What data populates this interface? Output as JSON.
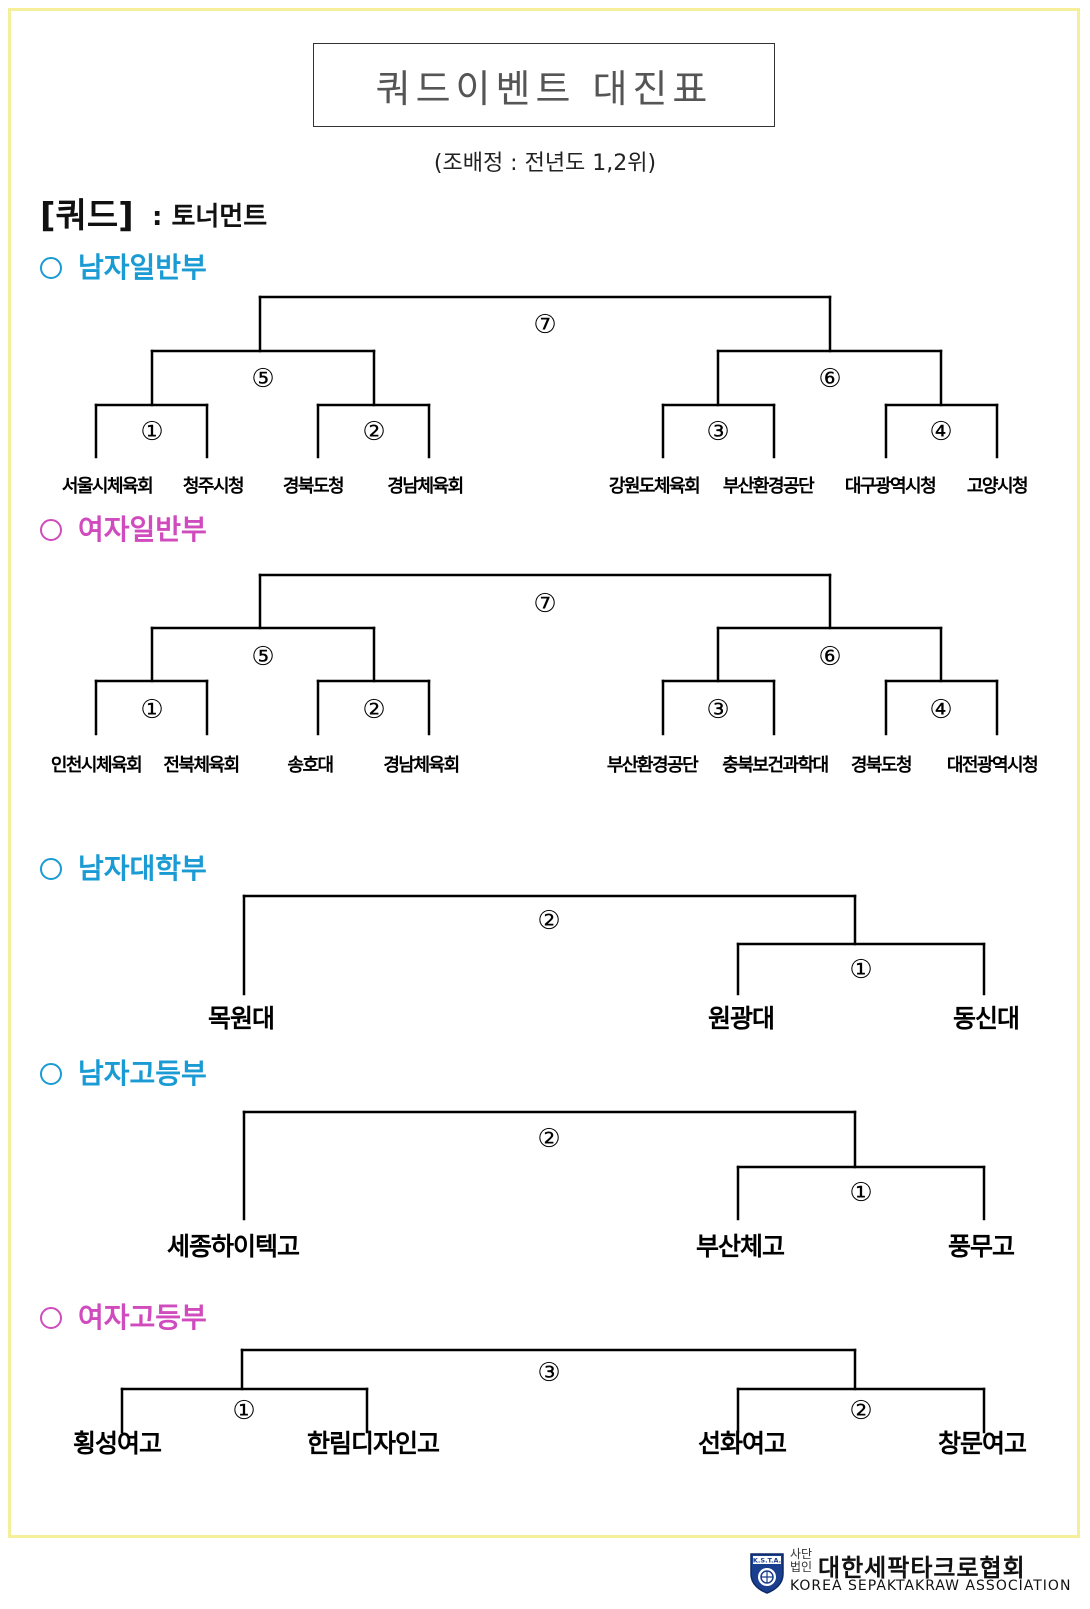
{
  "title": "쿼드이벤트 대진표",
  "subtitle": "(조배정 : 전년도 1,2위)",
  "quad_label": "[쿼드]",
  "quad_type": ": 토너먼트",
  "colors": {
    "blue": "#1a9bd4",
    "pink": "#d04bbd",
    "frame": "#f6ef9a"
  },
  "sections": {
    "men_general": {
      "label": "남자일반부",
      "final": "⑦",
      "semi_left": "⑤",
      "semi_right": "⑥",
      "q1": "①",
      "q2": "②",
      "q3": "③",
      "q4": "④",
      "teams": [
        "서울시체육회",
        "청주시청",
        "경북도청",
        "경남체육회",
        "강원도체육회",
        "부산환경공단",
        "대구광역시청",
        "고양시청"
      ]
    },
    "women_general": {
      "label": "여자일반부",
      "final": "⑦",
      "semi_left": "⑤",
      "semi_right": "⑥",
      "q1": "①",
      "q2": "②",
      "q3": "③",
      "q4": "④",
      "teams": [
        "인천시체육회",
        "전북체육회",
        "송호대",
        "경남체육회",
        "부산환경공단",
        "충북보건과학대",
        "경북도청",
        "대전광역시청"
      ]
    },
    "men_university": {
      "label": "남자대학부",
      "final": "②",
      "semi": "①",
      "teams": [
        "목원대",
        "원광대",
        "동신대"
      ]
    },
    "men_highschool": {
      "label": "남자고등부",
      "final": "②",
      "semi": "①",
      "teams": [
        "세종하이텍고",
        "부산체고",
        "풍무고"
      ]
    },
    "women_highschool": {
      "label": "여자고등부",
      "final": "③",
      "semi_left": "①",
      "semi_right": "②",
      "teams": [
        "횡성여고",
        "한림디자인고",
        "선화여고",
        "창문여고"
      ]
    }
  },
  "footer": {
    "logo_text": "K.S.T.A.",
    "small_label": "사단법인",
    "org_name": "대한세팍타크로협회",
    "org_english": "KOREA SEPAKTAKRAW ASSOCIATION"
  }
}
